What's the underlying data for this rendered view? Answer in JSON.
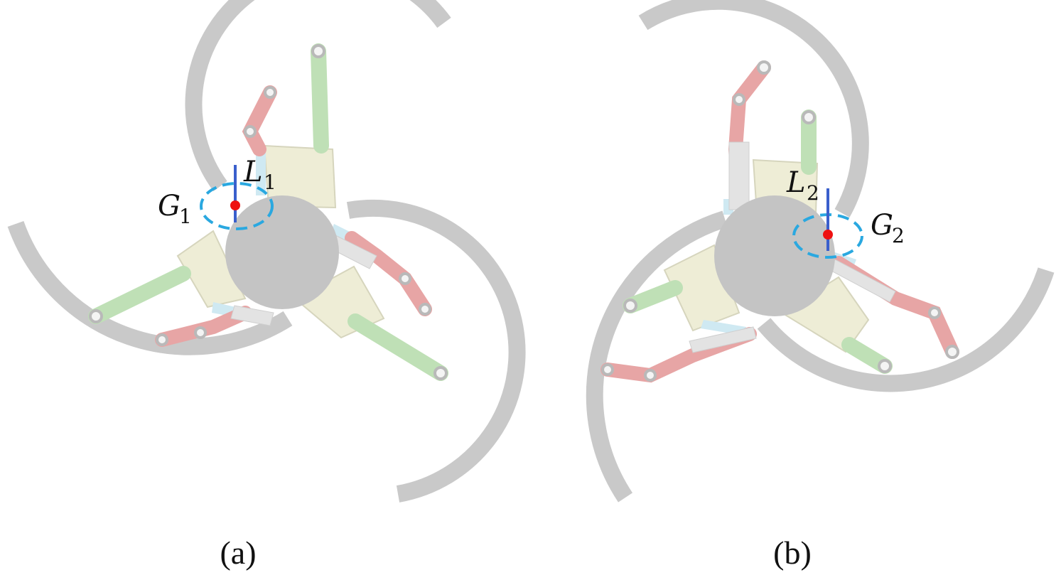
{
  "panels": [
    {
      "id": "a",
      "caption": "(a)",
      "L_var": "L",
      "L_sub": "1",
      "G_var": "G",
      "G_sub": "1"
    },
    {
      "id": "b",
      "caption": "(b)",
      "L_var": "L",
      "L_sub": "2",
      "G_var": "G",
      "G_sub": "2"
    }
  ],
  "colors": {
    "arc": "#c9c9c9",
    "hub": "#c4c4c4",
    "body_plate": "#eeedd6",
    "link_green": "#bfe0b6",
    "link_red": "#e7a5a5",
    "rack": "#e3e3e3",
    "center_line": "#3a5fcc",
    "center_point": "#ee1111",
    "gravity_ellipse": "#2aa8e0"
  }
}
